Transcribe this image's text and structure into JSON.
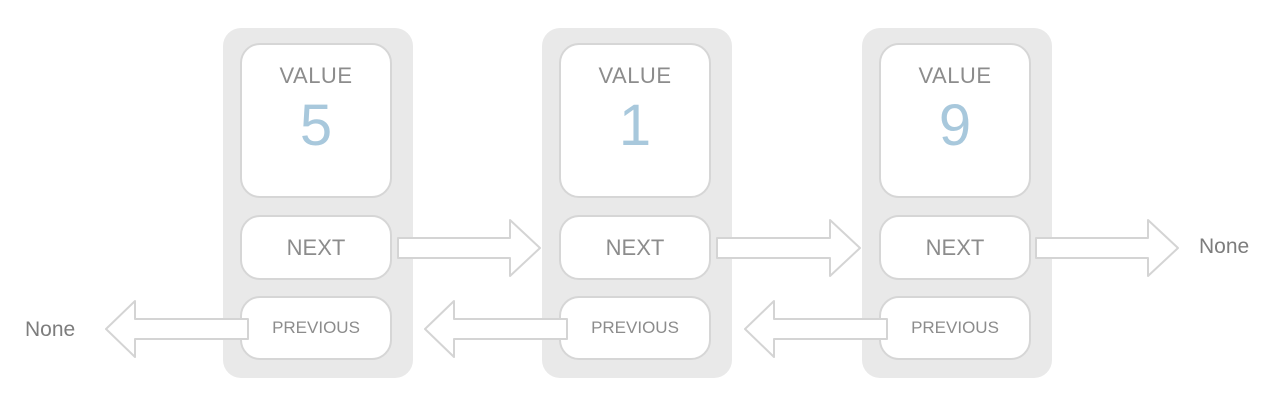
{
  "nodes": [
    {
      "value_label": "VALUE",
      "value": "5",
      "next_label": "NEXT",
      "previous_label": "PREVIOUS"
    },
    {
      "value_label": "VALUE",
      "value": "1",
      "next_label": "NEXT",
      "previous_label": "PREVIOUS"
    },
    {
      "value_label": "VALUE",
      "value": "9",
      "next_label": "NEXT",
      "previous_label": "PREVIOUS"
    }
  ],
  "terminals": {
    "left": "None",
    "right": "None"
  },
  "colors": {
    "node_background": "#e9e9e9",
    "cell_border": "#d6d6d6",
    "value_number": "#a8c8dc",
    "label_text": "#8c8c8c"
  }
}
